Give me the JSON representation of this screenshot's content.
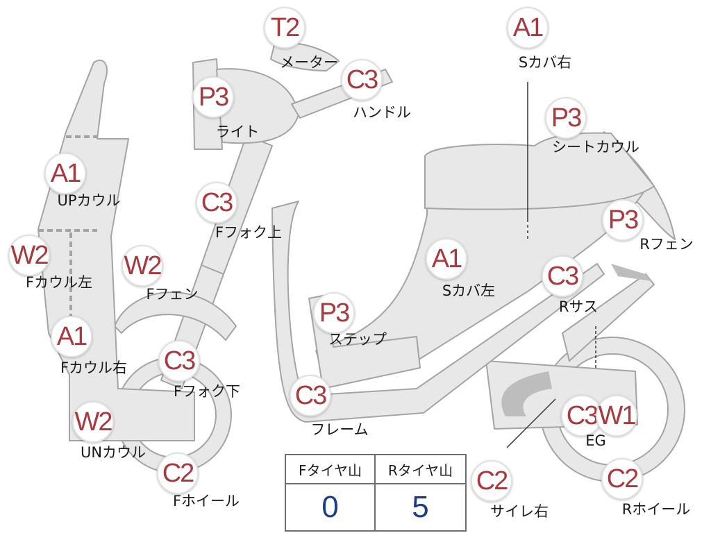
{
  "parts": [
    {
      "code": "T2",
      "label": "メーター"
    },
    {
      "code": "A1",
      "label": "Sカバ右"
    },
    {
      "code": "P3",
      "label": "ライト"
    },
    {
      "code": "C3",
      "label": "ハンドル"
    },
    {
      "code": "P3",
      "label": "シートカウル"
    },
    {
      "code": "A1",
      "label": "UPカウル"
    },
    {
      "code": "C3",
      "label": "Fフォク上"
    },
    {
      "code": "P3",
      "label": "Rフェン"
    },
    {
      "code": "W2",
      "label": "Fカウル左"
    },
    {
      "code": "W2",
      "label": "Fフェン"
    },
    {
      "code": "A1",
      "label": "Sカバ左"
    },
    {
      "code": "C3",
      "label": "Rサス"
    },
    {
      "code": "P3",
      "label": "ステップ"
    },
    {
      "code": "A1",
      "label": "Fカウル右"
    },
    {
      "code": "C3",
      "label": "Fフォク下"
    },
    {
      "code": "C3",
      "label": "フレーム"
    },
    {
      "code": "W2",
      "label": "UNカウル"
    },
    {
      "code": "C3",
      "label": "EG"
    },
    {
      "code": "W1",
      "label": ""
    },
    {
      "code": "C2",
      "label": "Fホイール"
    },
    {
      "code": "C2",
      "label": "サイレ右"
    },
    {
      "code": "C2",
      "label": "Rホイール"
    }
  ],
  "tire_table": {
    "headers": [
      "Fタイヤ山",
      "Rタイヤ山"
    ],
    "values": [
      "0",
      "5"
    ]
  },
  "colors": {
    "part_fill": "#e8e8e8",
    "outline": "#a4a4a4",
    "code_text": "#a83a3f",
    "value_text": "#1d3e8c"
  }
}
